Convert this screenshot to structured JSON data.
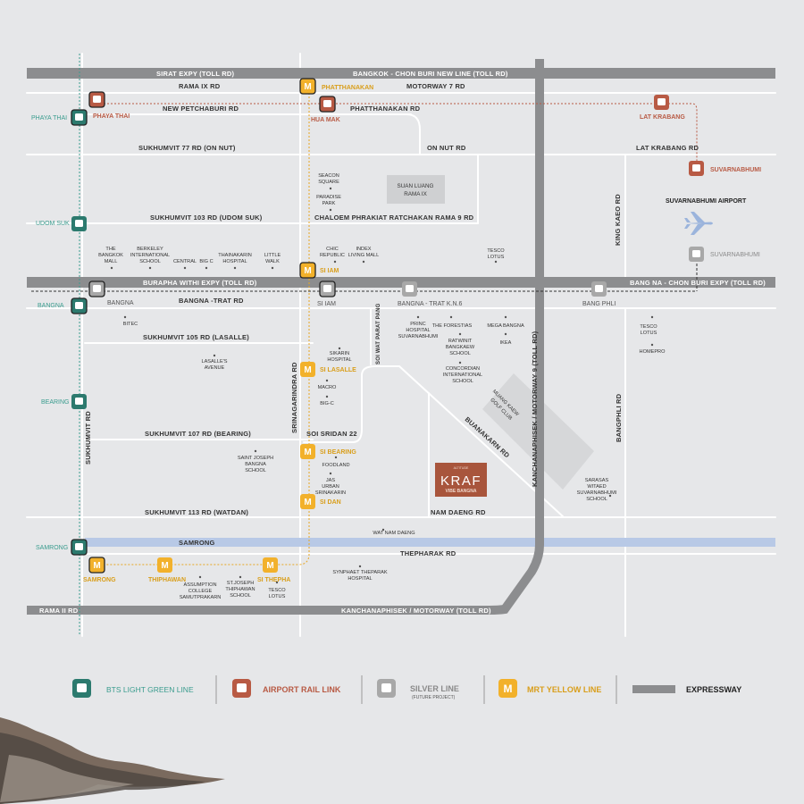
{
  "roads": {
    "sirat": "SIRAT EXPY (TOLL RD)",
    "bangkok_chonburi": "BANGKOK - CHON BURI NEW LINE (TOLL RD)",
    "rama9": "RAMA IX RD",
    "motorway7": "MOTORWAY 7 RD",
    "new_petchaburi": "NEW PETCHABURI RD",
    "phatthanakan_rd": "PHATTHANAKAN RD",
    "sukhumvit77": "SUKHUMVIT 77 RD (ON NUT)",
    "on_nut": "ON NUT RD",
    "lat_krabang_rd": "LAT KRABANG RD",
    "sukhumvit103": "SUKHUMVIT 103 RD (UDOM SUK)",
    "chaloem": "CHALOEM PHRAKIAT RATCHAKAN RAMA 9 RD",
    "king_kaeo": "KING KAEO RD",
    "burapha": "BURAPHA WITHI EXPY (TOLL RD)",
    "bangna_chonburi": "BANG NA - CHON BURI EXPY (TOLL RD)",
    "bangna_trat": "BANGNA -TRAT RD",
    "sukhumvit105": "SUKHUMVIT 105 RD (LASALLE)",
    "soi_wat_parat": "SOI WAT PARAT PANG",
    "kanchanaphisek9": "KANCHANAPHISEK / MOTORWAY 9 (TOLL RD)",
    "bangphli_rd": "BANGPHLI RD",
    "srinagarindra": "SRINAGARINDRA RD",
    "sukhumvit107": "SUKHUMVIT 107 RD (BEARING)",
    "soi_sridan": "SOI SRIDAN 22",
    "buanakarn": "BUANAKARN RD",
    "sukhumvit_rd": "SUKHUMVIT RD",
    "sukhumvit113": "SUKHUMVIT 113 RD (WATDAN)",
    "nam_daeng": "NAM DAENG RD",
    "samrong_canal": "SAMRONG",
    "thepharak": "THEPHARAK RD",
    "rama2": "RAMA II RD",
    "kanchanaphisek_motorway": "KANCHANAPHISEK / MOTORWAY (TOLL RD)"
  },
  "stations": {
    "phaya_thai_green": "PHAYA THAI",
    "phaya_thai_red": "PHAYA THAI",
    "phatthanakan": "PHATTHANAKAN",
    "hua_mak": "HUA MAK",
    "lat_krabang": "LAT KRABANG",
    "suvarnabhumi_red": "SUVARNABHUMI",
    "suvarnabhumi_airport": "SUVARNABHUMI AIRPORT",
    "udom_suk": "UDOM SUK",
    "si_iam_yellow": "SI IAM",
    "suvarnabhumi_silver": "SUVARNABHUMI",
    "bangna_green": "BANGNA",
    "bangna_silver": "BANGNA",
    "si_iam_silver": "SI IAM",
    "bangna_trat_kn6": "BANGNA - TRAT K.N.6",
    "bang_phli": "BANG PHLI",
    "bearing": "BEARING",
    "si_lasalle": "SI LASALLE",
    "si_bearing": "SI BEARING",
    "si_dan": "SI DAN",
    "samrong_green": "SAMRONG",
    "samrong_yellow": "SAMRONG",
    "thiphawan": "THIPHAWAN",
    "si_thepha": "SI THEPHA"
  },
  "pois": {
    "seacon_1": "SEACON",
    "seacon_2": "SQUARE",
    "paradise_1": "PARADISE",
    "paradise_2": "PARK",
    "suan_luang_1": "SUAN LUANG",
    "suan_luang_2": "RAMA IX",
    "bkk_mall_1": "THE",
    "bkk_mall_2": "BANGKOK",
    "bkk_mall_3": "MALL",
    "berkeley_1": "BERKELEY",
    "berkeley_2": "INTERNATIONAL",
    "berkeley_3": "SCHOOL",
    "central": "CENTRAL",
    "bigc_1": "BIG C",
    "thainakarin_1": "THAINAKARIN",
    "thainakarin_2": "HOSPITAL",
    "little_1": "LITTLE",
    "little_2": "WALK",
    "chic_1": "CHIC",
    "chic_2": "REPUBLIC",
    "index_1": "INDEX",
    "index_2": "LIVING MALL",
    "tesco1_1": "TESCO",
    "tesco1_2": "LOTUS",
    "bitec": "BITEC",
    "princ_1": "PRINC",
    "princ_2": "HOSPITAL",
    "princ_3": "SUVARNABHUMI",
    "forestias": "THE FORESTIAS",
    "mega": "MEGA BANGNA",
    "ikea": "IKEA",
    "ratwinit_1": "RATWINIT",
    "ratwinit_2": "BANGKAEW",
    "ratwinit_3": "SCHOOL",
    "concordian_1": "CONCORDIAN",
    "concordian_2": "INTERNATIONAL",
    "concordian_3": "SCHOOL",
    "tesco2_1": "TESCO",
    "tesco2_2": "LOTUS",
    "homepro": "HOMEPRO",
    "lasalle_1": "LASALLE'S",
    "lasalle_2": "AVENUE",
    "sikarin_1": "SIKARIN",
    "sikarin_2": "HOSPITAL",
    "macro": "MACRO",
    "bigc_2": "BIG-C",
    "muang_1": "MUANG KAEW",
    "muang_2": "GOLF CLUB",
    "stjoseph_1": "SAINT JOSEPH",
    "stjoseph_2": "BANGNA",
    "stjoseph_3": "SCHOOL",
    "foodland": "FOODLAND",
    "jas_1": "JAS",
    "jas_2": "URBAN",
    "jas_3": "SRINAKARIN",
    "sarasas_1": "SARASAS",
    "sarasas_2": "WITAED",
    "sarasas_3": "SUVARNABHUMI",
    "sarasas_4": "SCHOOL",
    "wat_nam_daeng": "WAT NAM DAENG",
    "assumption_1": "ASSUMPTION",
    "assumption_2": "COLLEGE",
    "assumption_3": "SAMUTPRAKARN",
    "stjoseph_thip_1": "ST.JOSEPH",
    "stjoseph_thip_2": "THIPHAWAN",
    "stjoseph_thip_3": "SCHOOL",
    "tesco3_1": "TESCO",
    "tesco3_2": "LOTUS",
    "synphaet_1": "SYNPHAET THEPARAK",
    "synphaet_2": "HOSPITAL"
  },
  "project": {
    "top": "ALTITUDE",
    "name": "KRAF",
    "sub": "VIBE BANGNA"
  },
  "legend": {
    "green": "BTS LIGHT GREEN LINE",
    "red": "AIRPORT RAIL LINK",
    "silver": "SILVER LINE",
    "silver_sub": "(FUTURE PROJECT)",
    "yellow": "MRT YELLOW LINE",
    "express": "EXPRESSWAY"
  },
  "colors": {
    "background": "#e6e7e9",
    "expressway": "#8c8d8f",
    "green_line": "#3a9c8e",
    "airport_rail": "#b85a44",
    "silver_line": "#9a9a9a",
    "yellow_line": "#e8a620",
    "canal": "#b8c9e6",
    "project": "#a8553c"
  }
}
